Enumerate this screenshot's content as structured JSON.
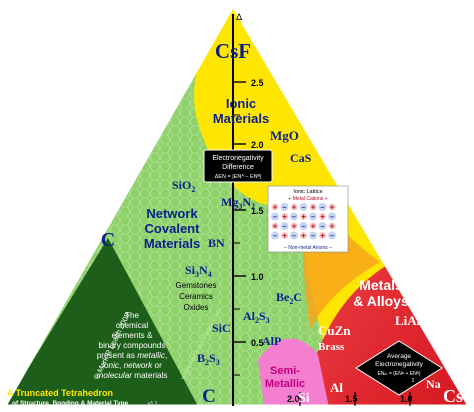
{
  "compounds": {
    "csf": "CsF",
    "mgo": "MgO",
    "cas": "CaS",
    "sio2_si": "SiO",
    "sio2_sub": "2",
    "mg3n2_mg": "Mg",
    "mg3n2_sub1": "3",
    "mg3n2_n": "N",
    "mg3n2_sub2": "2",
    "bn": "BN",
    "si3n4_si": "Si",
    "si3n4_sub1": "3",
    "si3n4_n": "N",
    "si3n4_sub2": "4",
    "al2s3_al": "Al",
    "al2s3_sub1": "2",
    "al2s3_s": "S",
    "al2s3_sub2": "3",
    "be2c_be": "Be",
    "be2c_sub": "2",
    "be2c_c": "C",
    "sic": "SiC",
    "alp": "AlP",
    "b2s3_b": "B",
    "b2s3_sub1": "2",
    "b2s3_s": "S",
    "b2s3_sub2": "3",
    "cuzn": "CuZn",
    "brass": "Brass",
    "lial": "LiAl",
    "c_left": "C",
    "c_bottom": "C",
    "al": "Al",
    "na": "Na",
    "cs": "Cs",
    "si": "Si"
  },
  "regions": {
    "ionic_line1": "Ionic",
    "ionic_line2": "Materials",
    "covalent_line1": "Network",
    "covalent_line2": "Covalent",
    "covalent_line3": "Materials",
    "metals_line1": "Metals",
    "metals_line2": "& Alloys",
    "semi_line1": "Semi-",
    "semi_line2": "Metallic",
    "gemstones": "Gemstones",
    "ceramics": "Ceramics",
    "oxides": "Oxides"
  },
  "en_diff_box": {
    "line1": "Electronegativity",
    "line2": "Difference",
    "formula": "ΔEN = |ENᴬ – ENᴮ|"
  },
  "avg_en_box": {
    "line1": "Average",
    "line2": "Electronegativity",
    "formula": "ENₘ = (ENᴬ + ENᴮ)",
    "divisor": "2"
  },
  "ionic_lattice": {
    "title": "Ionic Lattice",
    "cations": "+ Metal Cations +",
    "anions": "– Non-metal Anions –"
  },
  "axis": {
    "top": "Δ",
    "ticks": [
      "2.5",
      "2.0",
      "1.5",
      "1.0",
      "0.5"
    ],
    "bottom_ticks": [
      "2.0",
      "1.5",
      "1.0"
    ]
  },
  "credit": {
    "copyright": "© Mark R Leach 2008",
    "website": "www.meta-synthesis.com",
    "desc_line1": "The",
    "desc_line2": "chemical",
    "desc_line3": "elements &",
    "desc_line4": "binary compounds",
    "desc_line5_pre": "present as ",
    "desc_line5_em": "metallic",
    "desc_line5_post": ",",
    "desc_line6_em1": "ionic",
    "desc_line6_mid": ", ",
    "desc_line6_em2": "network",
    "desc_line6_post": " or",
    "desc_line7_em": "molecular",
    "desc_line7_post": " materials"
  },
  "footer": {
    "title": "A Truncated Tetrahedron",
    "subtitle": "of Structure, Bonding & Material Type",
    "version": "v1.1"
  },
  "colors": {
    "ionic_yellow": "#ffe600",
    "covalent_green": "#8fd16a",
    "metal_red": "#e8232a",
    "semi_pink": "#f47fd0",
    "dark_green": "#1d5e1a",
    "navy": "#0a1f8f"
  }
}
